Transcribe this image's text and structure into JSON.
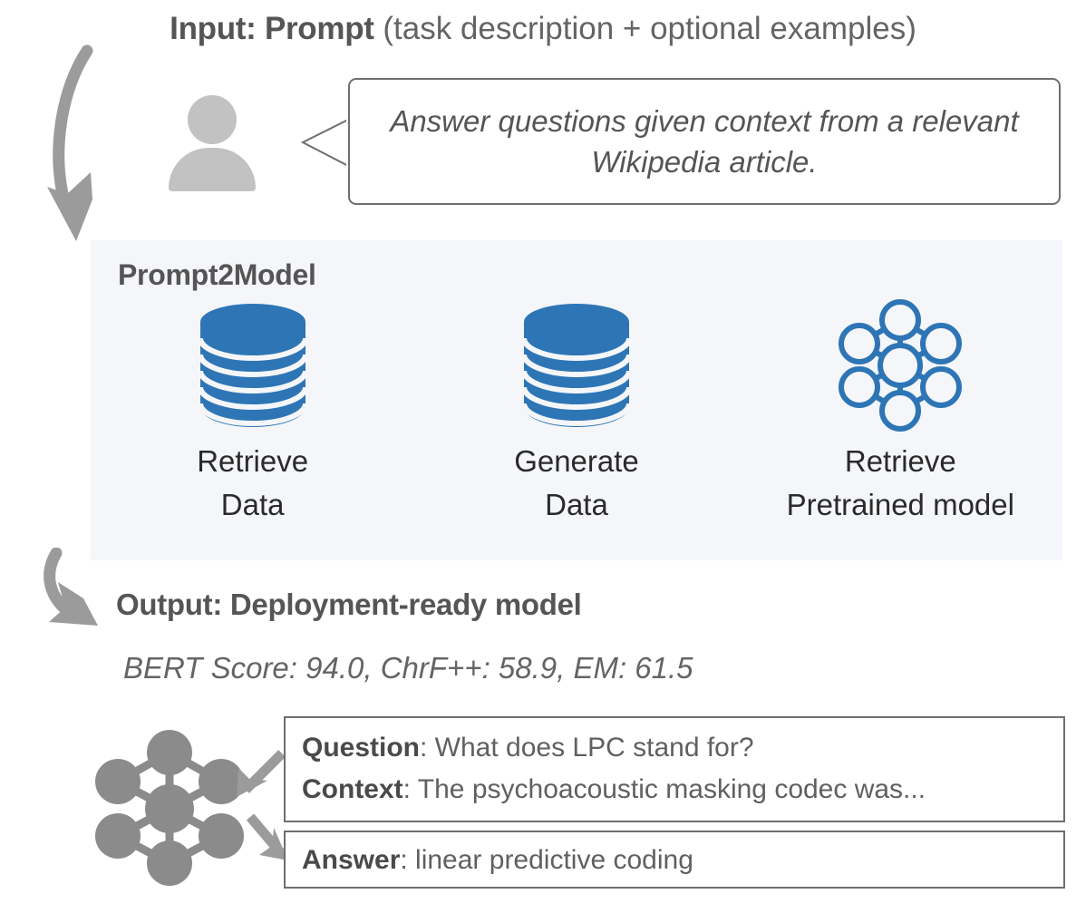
{
  "header": {
    "bold": "Input: Prompt",
    "rest": " (task description + optional examples)"
  },
  "prompt": {
    "person_icon": "person-icon",
    "bubble_text": "Answer questions given context from a relevant Wikipedia article."
  },
  "arrows": {
    "input_to_panel": "curved-down-arrow",
    "panel_to_output": "curved-down-right-arrow",
    "nn_to_question": "diagonal-arrow-down-left",
    "nn_to_answer": "diagonal-arrow-down-right"
  },
  "panel": {
    "title": "Prompt2Model",
    "background_color": "#f4f6f9",
    "accent_color": "#2e75b6",
    "columns": [
      {
        "icon": "database-stack-icon",
        "label": "Retrieve\nData"
      },
      {
        "icon": "database-stack-icon",
        "label": "Generate\nData"
      },
      {
        "icon": "neural-network-icon",
        "label": "Retrieve\nPretrained model"
      }
    ]
  },
  "output": {
    "heading": "Output: Deployment-ready model",
    "metrics": "BERT Score: 94.0, ChrF++: 58.9, EM: 61.5",
    "metric_values": {
      "bert_score": "94.0",
      "chrf_pp": "58.9",
      "em": "61.5"
    },
    "model_icon": "neural-network-icon",
    "qa": {
      "question_key": "Question",
      "question_value": ": What does LPC stand for?",
      "context_key": "Context",
      "context_value": ": The psychoacoustic masking codec was...",
      "answer_key": "Answer",
      "answer_value": ": linear predictive coding"
    }
  },
  "colors": {
    "gray_icon": "#c2c2c2",
    "gray_arrow": "#9b9b9b",
    "gray_nn": "#8b8b8b",
    "text_dark": "#555555",
    "border": "#6e6e6e"
  }
}
